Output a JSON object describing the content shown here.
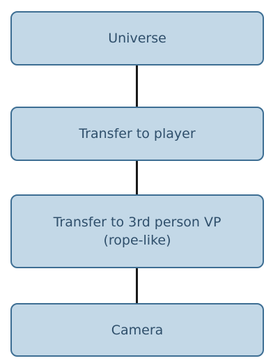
{
  "flow": {
    "nodes": [
      {
        "label": "Universe"
      },
      {
        "label": "Transfer to player"
      },
      {
        "label": "Transfer to 3rd person VP\n(rope-like)"
      },
      {
        "label": "Camera"
      }
    ]
  },
  "colors": {
    "node_fill": "#c3d8e7",
    "node_border": "#3d6e93",
    "node_text": "#2f4f6b",
    "connector": "#1a1a1a"
  }
}
